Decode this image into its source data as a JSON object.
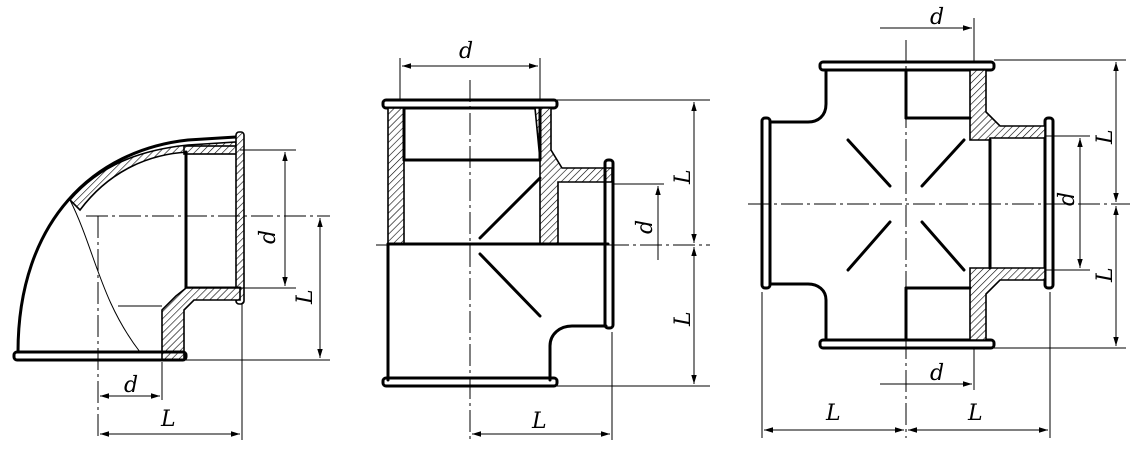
{
  "labels": {
    "elbow_d": "d",
    "elbow_L_vertical": "L",
    "elbow_L_horizontal": "L",
    "tee_d_top": "d",
    "tee_L_upper": "L",
    "tee_L_lower": "L",
    "tee_d_branch": "d",
    "tee_L_bottom": "L",
    "cross_d_top": "d",
    "cross_L_upper": "L",
    "cross_d_right": "d",
    "cross_L_lower": "L",
    "cross_d_bottom": "d",
    "cross_L_left": "L",
    "cross_L_right": "L"
  },
  "colors": {
    "line": "#000000",
    "background": "#ffffff"
  }
}
